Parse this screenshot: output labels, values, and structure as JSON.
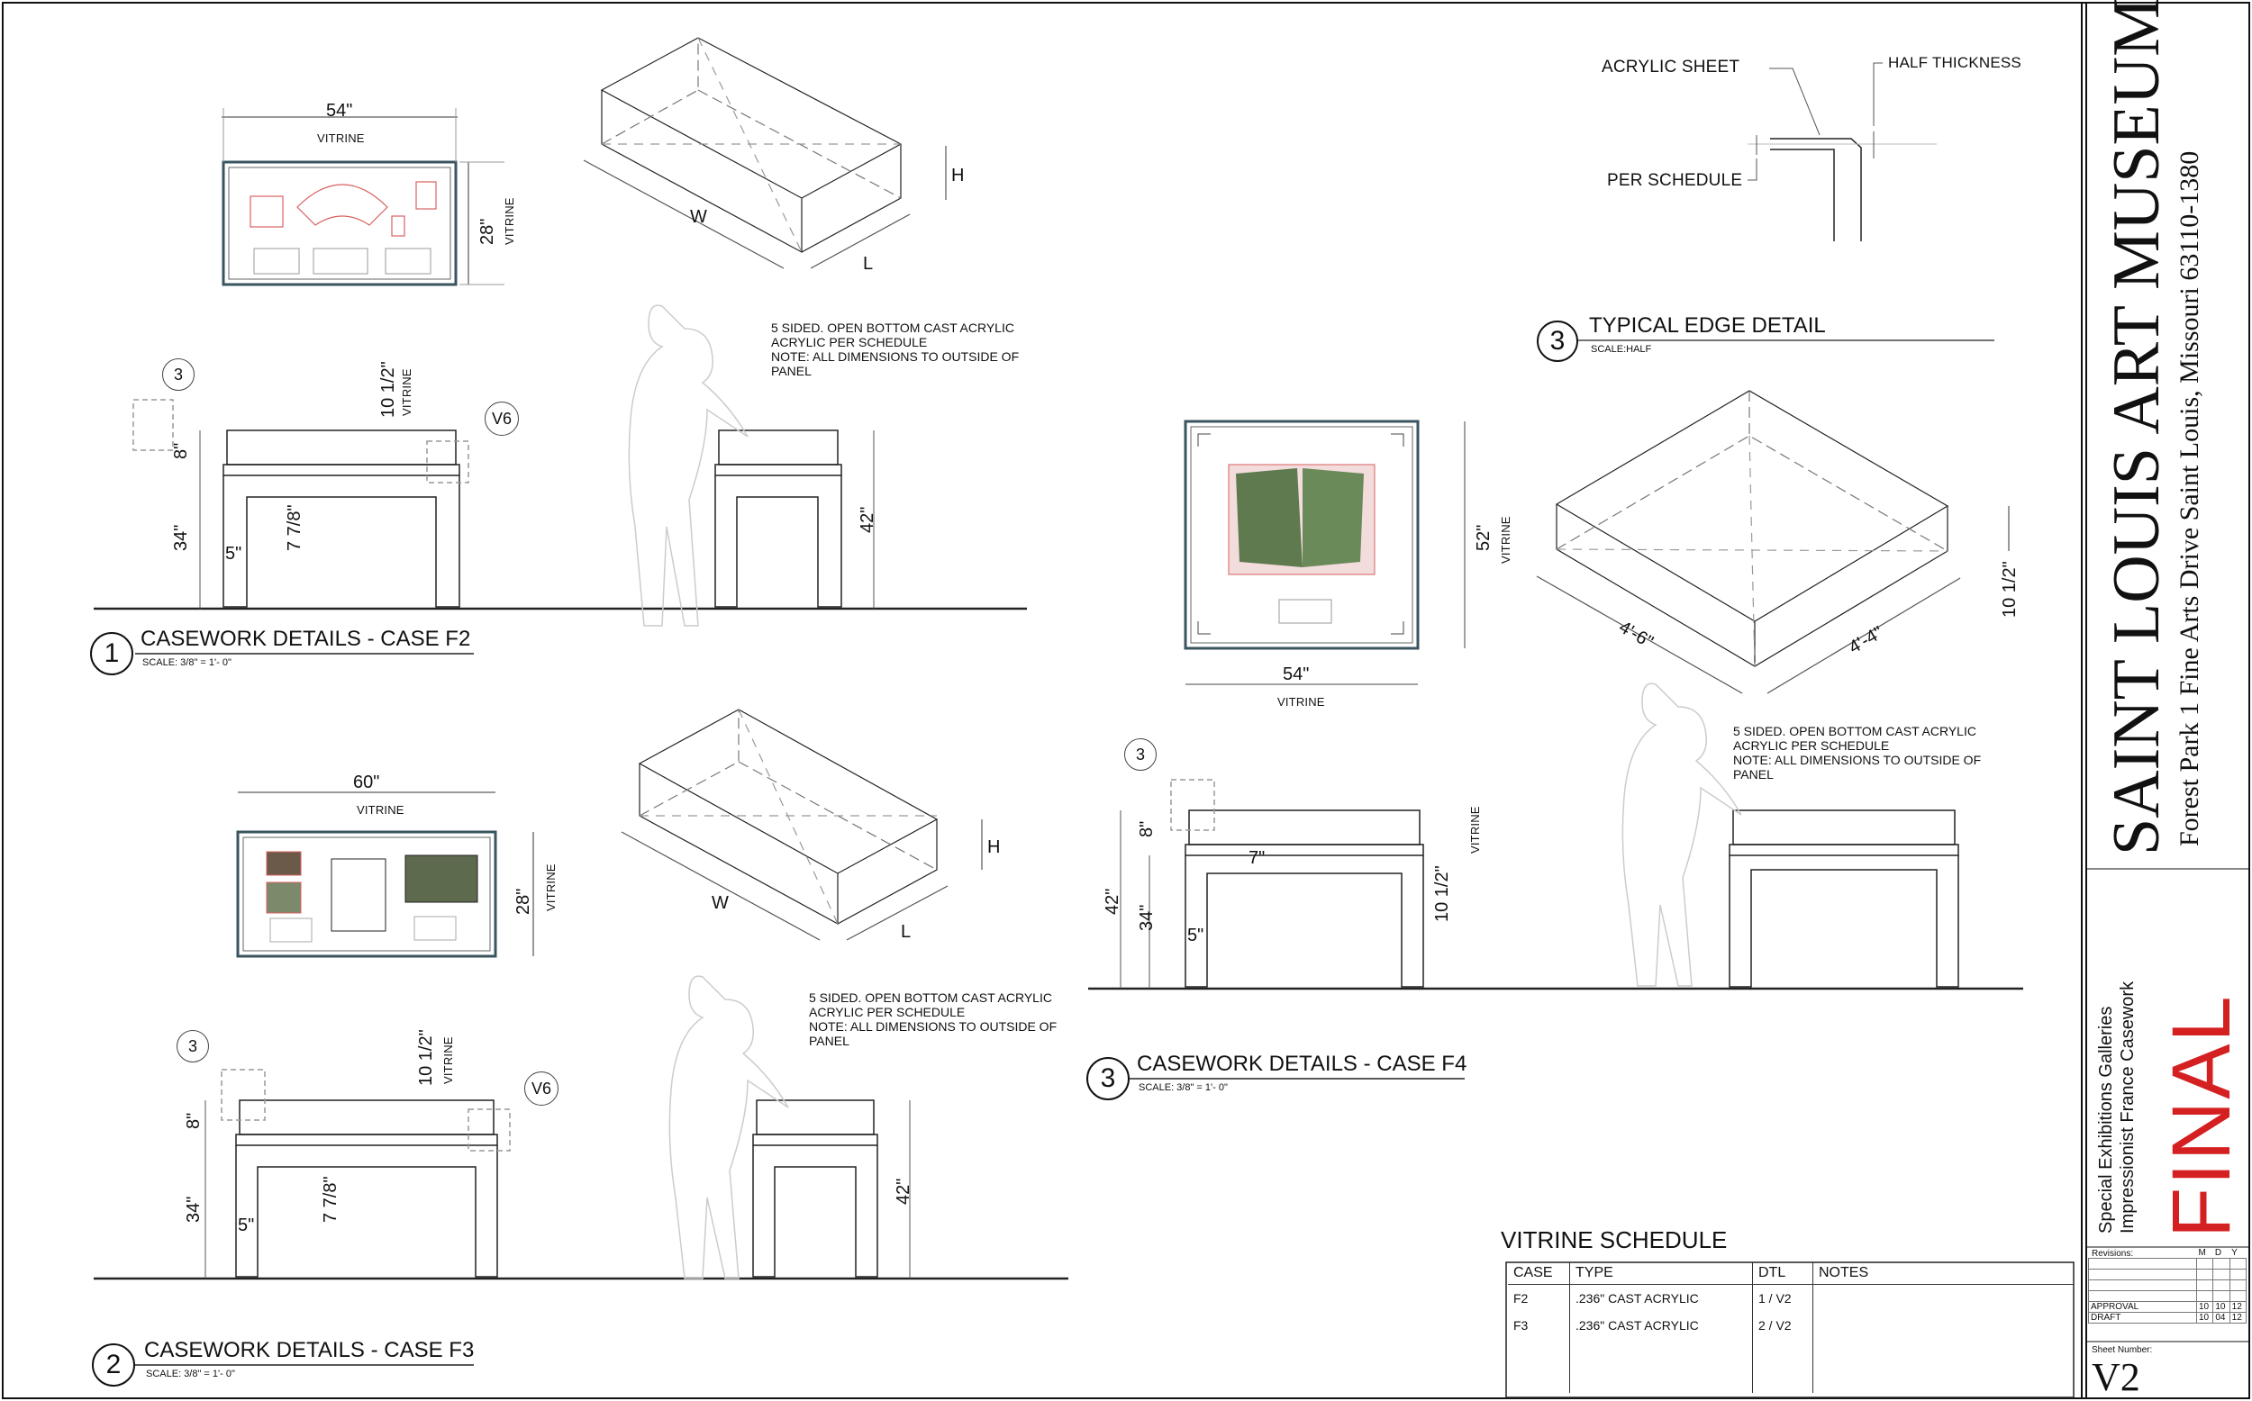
{
  "titleblock": {
    "museum": "SAINT LOUIS ART MUSEUM",
    "address": "Forest Park   1 Fine Arts Drive   Saint Louis, Missouri  63110-1380",
    "project_line1": "Special Exhibitions Galleries",
    "project_line2": "Impressionist France Casework",
    "status": "FINAL",
    "revisions_label": "Revisions:",
    "rev_headers": [
      "M",
      "D",
      "Y"
    ],
    "rev_rows": [
      {
        "label": "APPROVAL",
        "m": "10",
        "d": "10",
        "y": "12"
      },
      {
        "label": "DRAFT",
        "m": "10",
        "d": "04",
        "y": "12"
      }
    ],
    "sheet_number_label": "Sheet Number:",
    "sheet_number": "V2"
  },
  "detail1": {
    "number": "1",
    "title": "CASEWORK DETAILS - CASE F2",
    "scale": "SCALE: 3/8\" = 1'- 0\"",
    "plan_width": "54\"",
    "plan_depth": "28\"",
    "vitrine": "VITRINE",
    "dim_8": "8\"",
    "dim_34": "34\"",
    "dim_5": "5\"",
    "dim_778": "7 7/8\"",
    "dim_1012": "10 1/2\"",
    "dim_42": "42\"",
    "tag_3": "3",
    "tag_v6": "V6",
    "iso_w": "W",
    "iso_l": "L",
    "iso_h": "H",
    "note": [
      "5 SIDED. OPEN BOTTOM CAST ACRYLIC",
      "ACRYLIC PER SCHEDULE",
      "NOTE: ALL DIMENSIONS TO OUTSIDE OF",
      "PANEL"
    ]
  },
  "detail2": {
    "number": "2",
    "title": "CASEWORK DETAILS - CASE F3",
    "scale": "SCALE: 3/8\" = 1'- 0\"",
    "plan_width": "60\"",
    "plan_depth": "28\"",
    "vitrine": "VITRINE",
    "dim_8": "8\"",
    "dim_34": "34\"",
    "dim_5": "5\"",
    "dim_778": "7 7/8\"",
    "dim_1012": "10 1/2\"",
    "dim_42": "42\"",
    "tag_3": "3",
    "tag_v6": "V6",
    "iso_w": "W",
    "iso_l": "L",
    "iso_h": "H",
    "note": [
      "5 SIDED. OPEN BOTTOM CAST ACRYLIC",
      "ACRYLIC PER SCHEDULE",
      "NOTE: ALL DIMENSIONS TO OUTSIDE OF",
      "PANEL"
    ]
  },
  "detail3_edge": {
    "number": "3",
    "title": "TYPICAL EDGE DETAIL",
    "scale": "SCALE:HALF",
    "acrylic_sheet": "ACRYLIC SHEET",
    "half_thickness": "HALF THICKNESS",
    "per_schedule": "PER SCHEDULE"
  },
  "detail3_case": {
    "number": "3",
    "title": "CASEWORK DETAILS - CASE F4",
    "scale": "SCALE: 3/8\" = 1'- 0\"",
    "plan_width": "54\"",
    "plan_depth": "52\"",
    "vitrine": "VITRINE",
    "iso_a": "4'-6\"",
    "iso_b": "4'-4\"",
    "iso_h": "10 1/2\"",
    "dim_8": "8\"",
    "dim_42": "42\"",
    "dim_34": "34\"",
    "dim_5": "5\"",
    "dim_7": "7\"",
    "dim_1012": "10 1/2\"",
    "tag_3": "3",
    "note": [
      "5 SIDED. OPEN BOTTOM CAST ACRYLIC",
      "ACRYLIC PER SCHEDULE",
      "NOTE: ALL DIMENSIONS TO OUTSIDE OF",
      "PANEL"
    ]
  },
  "schedule": {
    "title": "VITRINE SCHEDULE",
    "headers": [
      "CASE",
      "TYPE",
      "DTL",
      "NOTES"
    ],
    "rows": [
      {
        "case": "F2",
        "type": ".236\" CAST ACRYLIC",
        "dtl": "1 / V2",
        "notes": ""
      },
      {
        "case": "F3",
        "type": ".236\" CAST ACRYLIC",
        "dtl": "2 / V2",
        "notes": ""
      }
    ]
  },
  "colors": {
    "line": "#111111",
    "frame": "#3a5560",
    "status": "#d42020",
    "artwork": "#d86060"
  }
}
